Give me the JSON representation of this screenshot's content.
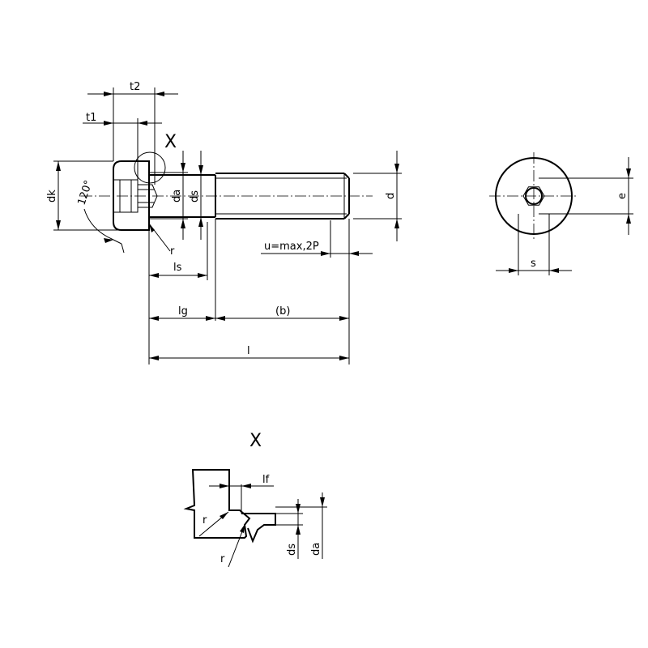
{
  "detail": {
    "callout": "X",
    "title": "X"
  },
  "labels": {
    "t2": "t2",
    "t1": "t1",
    "dk": "dk",
    "angle": "120°",
    "da": "da",
    "ds": "ds",
    "d": "d",
    "r": "r",
    "ls": "ls",
    "lg": "lg",
    "b": "(b)",
    "l": "l",
    "u": "u=max,2P",
    "e": "e",
    "s": "s",
    "lf": "lf",
    "detail_r1": "r",
    "detail_r2": "r",
    "detail_ds": "ds",
    "detail_da": "da"
  }
}
